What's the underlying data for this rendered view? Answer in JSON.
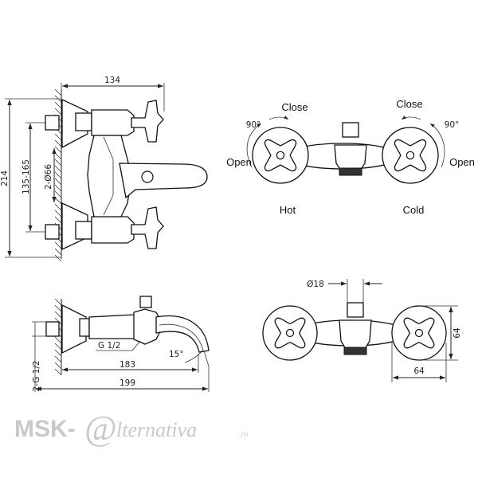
{
  "dimensions": {
    "overall_width": "134",
    "overall_height": "214",
    "center_distance": "135-165",
    "escutcheon_dia": "2-Ø66",
    "inlet_thread": "2-G 1/2",
    "outlet_thread": "G 1/2",
    "spout_angle": "15°",
    "spout_reach": "183",
    "total_depth": "199",
    "spindle_dia": "Ø18",
    "handle_height": "64",
    "handle_width": "64"
  },
  "front_labels": {
    "close_left": "Close",
    "close_right": "Close",
    "angle_left": "90°",
    "angle_right": "90°",
    "open_left": "Open",
    "open_right": "Open",
    "hot": "Hot",
    "cold": "Cold"
  },
  "watermark": {
    "brand": "MSK-",
    "at": "@",
    "rest": "lternativa",
    "tld": ".ru"
  }
}
